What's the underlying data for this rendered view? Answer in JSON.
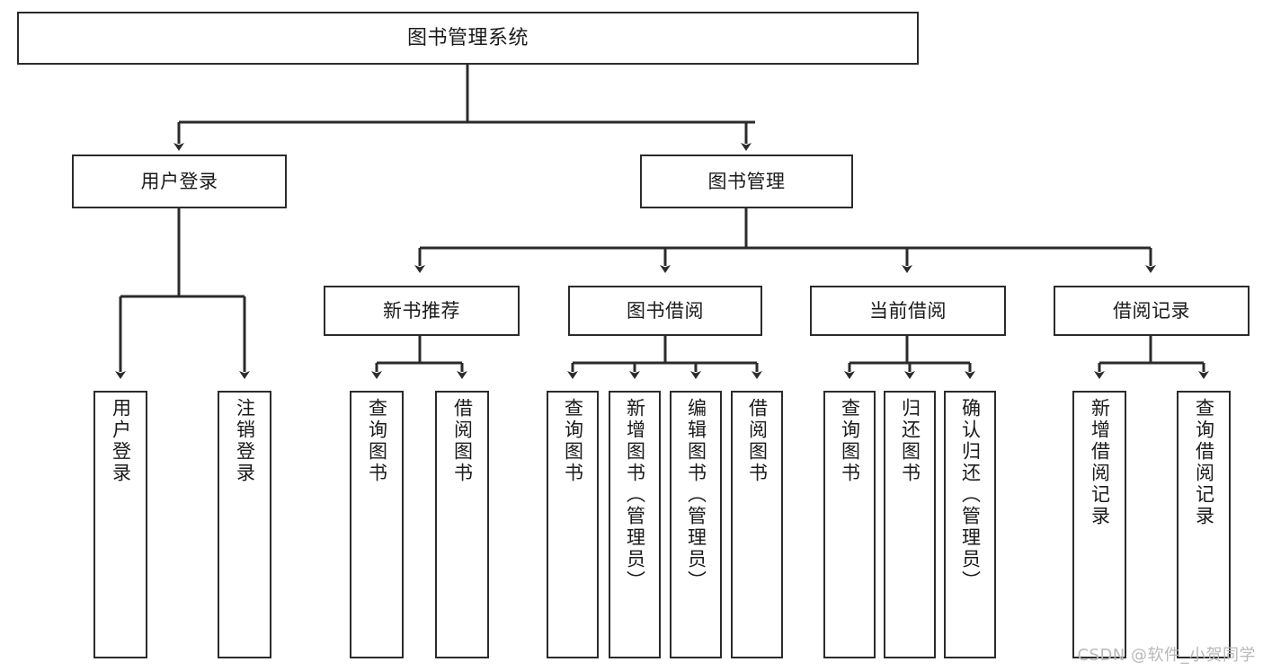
{
  "diagram": {
    "title": "图书管理系统",
    "type": "hierarchy-tree",
    "colors": {
      "box_border": "#2b2b2b",
      "box_fill": "#ffffff",
      "edge": "#2b2b2b",
      "text": "#1a1a1a",
      "watermark": "#b8b8b8"
    },
    "root": {
      "label": "图书管理系统"
    },
    "level1": [
      {
        "label": "用户登录"
      },
      {
        "label": "图书管理"
      }
    ],
    "level2": [
      {
        "label": "新书推荐"
      },
      {
        "label": "图书借阅"
      },
      {
        "label": "当前借阅"
      },
      {
        "label": "借阅记录"
      }
    ],
    "leaves": {
      "user_login": [
        {
          "label": "用户登录"
        },
        {
          "label": "注销登录"
        }
      ],
      "new_book_recommend": [
        {
          "label": "查询图书"
        },
        {
          "label": "借阅图书"
        }
      ],
      "book_borrow": [
        {
          "label": "查询图书"
        },
        {
          "label": "新增图书（管理员）"
        },
        {
          "label": "编辑图书（管理员）"
        },
        {
          "label": "借阅图书"
        }
      ],
      "current_borrow": [
        {
          "label": "查询图书"
        },
        {
          "label": "归还图书"
        },
        {
          "label": "确认归还（管理员）"
        }
      ],
      "borrow_records": [
        {
          "label": "新增借阅记录"
        },
        {
          "label": "查询借阅记录"
        }
      ]
    },
    "watermark": "CSDN @软件_小贺同学"
  }
}
